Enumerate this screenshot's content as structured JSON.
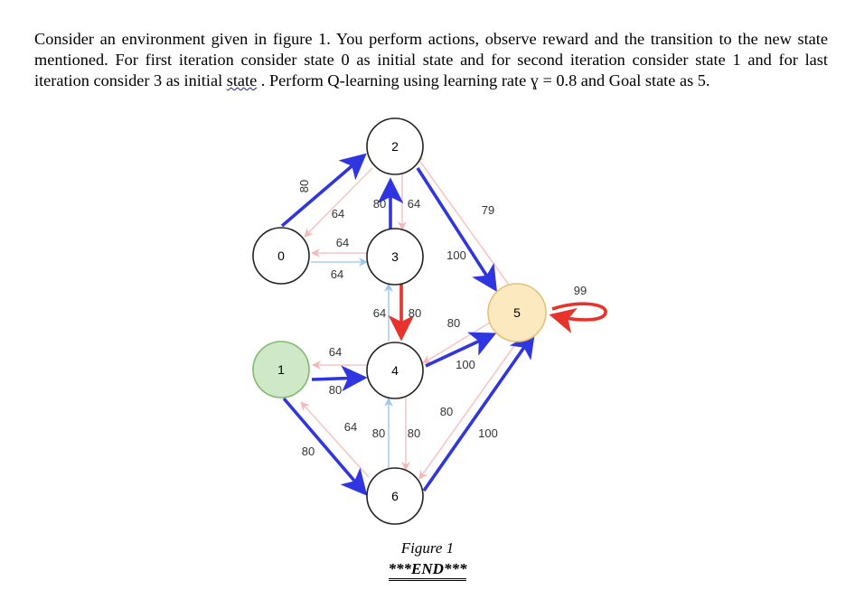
{
  "question": {
    "part1": "Consider an environment given in figure 1. You perform actions, observe reward and the transition to the new state mentioned. For first iteration consider state 0 as initial state and for second iteration consider state 1 and for last iteration consider 3 as initial ",
    "underlined": "state",
    "part2": " . Perform Q-learning using learning rate ɣ = 0.8 and Goal state as 5."
  },
  "figure": {
    "caption": "Figure 1",
    "end_marker": "***END***"
  },
  "colors": {
    "action_arrow": "#2f35e0",
    "red_arrow": "#e8322c",
    "pink_arrow": "#f7c6c6",
    "light_blue_arrow": "#a8cff0",
    "start_node_fill": "#cfe8c8",
    "start_node_stroke": "#7fba6f",
    "goal_node_fill": "#fde9bf",
    "goal_node_stroke": "#e3c27a"
  },
  "nodes": [
    {
      "id": "0",
      "label": "0",
      "kind": "normal"
    },
    {
      "id": "1",
      "label": "1",
      "kind": "start"
    },
    {
      "id": "2",
      "label": "2",
      "kind": "normal"
    },
    {
      "id": "3",
      "label": "3",
      "kind": "normal"
    },
    {
      "id": "4",
      "label": "4",
      "kind": "normal"
    },
    {
      "id": "5",
      "label": "5",
      "kind": "goal"
    },
    {
      "id": "6",
      "label": "6",
      "kind": "normal"
    }
  ],
  "edge_labels": [
    {
      "id": "0-2",
      "text": "80"
    },
    {
      "id": "2-0",
      "text": "64"
    },
    {
      "id": "3-0",
      "text": "64"
    },
    {
      "id": "0-3",
      "text": "64"
    },
    {
      "id": "3-2",
      "text": "80"
    },
    {
      "id": "2-3",
      "text": "64"
    },
    {
      "id": "2-5",
      "text": "79"
    },
    {
      "id": "5-3",
      "text": "100"
    },
    {
      "id": "5-5",
      "text": "99"
    },
    {
      "id": "4-3",
      "text": "64"
    },
    {
      "id": "3-4",
      "text": "80"
    },
    {
      "id": "5-4",
      "text": "80"
    },
    {
      "id": "4-1",
      "text": "64"
    },
    {
      "id": "1-4",
      "text": "80"
    },
    {
      "id": "4-5",
      "text": "100"
    },
    {
      "id": "5-6",
      "text": "80"
    },
    {
      "id": "1-6",
      "text": "80"
    },
    {
      "id": "6-4",
      "text": "64"
    },
    {
      "id": "4-6",
      "text": "80"
    },
    {
      "id": "6-4b",
      "text": "80"
    },
    {
      "id": "6-5",
      "text": "100"
    }
  ]
}
